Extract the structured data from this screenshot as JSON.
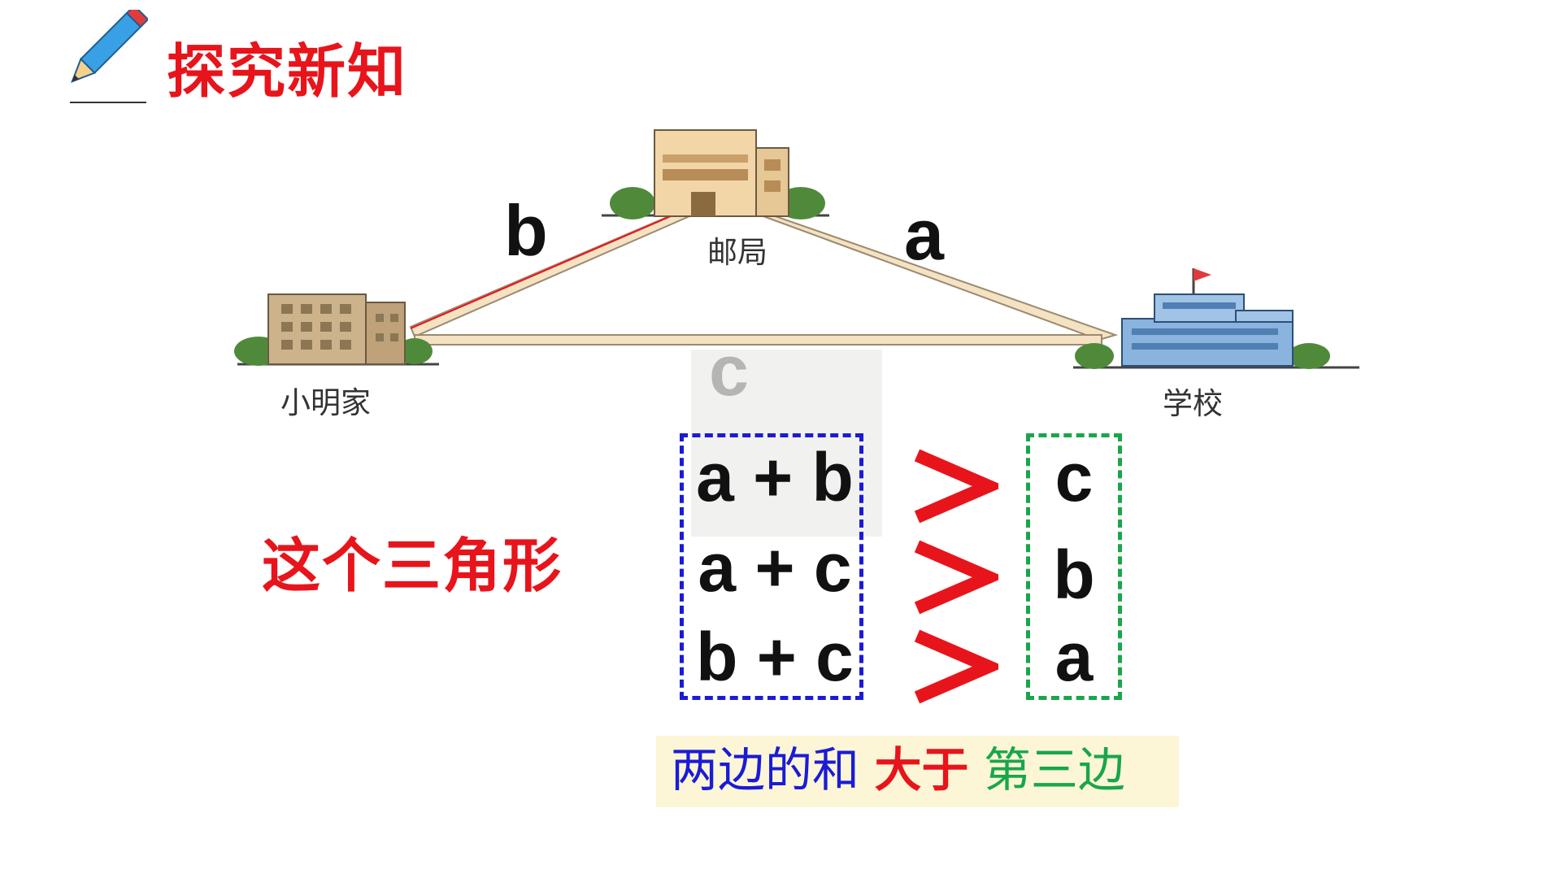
{
  "header": {
    "title": "探究新知"
  },
  "places": {
    "post_office": "邮局",
    "home": "小明家",
    "school": "学校"
  },
  "segments": {
    "a": "a",
    "b": "b",
    "c": "c"
  },
  "inequalities": [
    {
      "lhs": "a + b",
      "op": ">",
      "rhs": "c"
    },
    {
      "lhs": "a + c",
      "op": ">",
      "rhs": "b"
    },
    {
      "lhs": "b + c",
      "op": ">",
      "rhs": "a"
    }
  ],
  "triangle_label": "这个三角形",
  "conclusion": {
    "part1": "两边的和",
    "part2": "大于",
    "part3": "第三边"
  },
  "colors": {
    "title": "#e8141b",
    "blue": "#1b1bd6",
    "green": "#19a64b",
    "banner": "#fcf6d6"
  }
}
